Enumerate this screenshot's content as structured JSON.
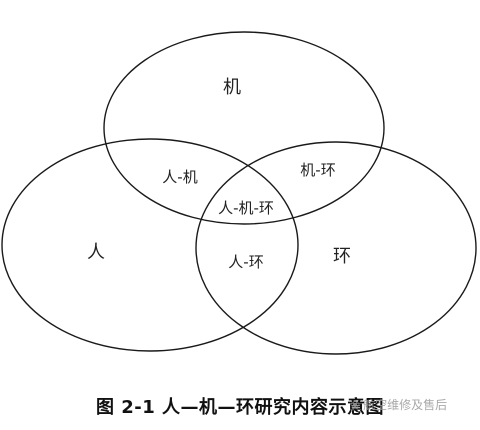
{
  "diagram": {
    "sets": [
      {
        "id": "machine",
        "label": "机"
      },
      {
        "id": "human",
        "label": "人"
      },
      {
        "id": "environment",
        "label": "环"
      }
    ],
    "intersections": [
      {
        "id": "human-machine",
        "label": "人-机"
      },
      {
        "id": "machine-environment",
        "label": "机-环"
      },
      {
        "id": "human-environment",
        "label": "人-环"
      },
      {
        "id": "human-machine-environment",
        "label": "人-机-环"
      }
    ],
    "stroke_color": "#1a1a1a"
  },
  "caption": "图 2-1  人—机—环研究内容示意图",
  "watermark": {
    "text": "航空维修及售后",
    "icon": "chat-bubble-icon"
  }
}
